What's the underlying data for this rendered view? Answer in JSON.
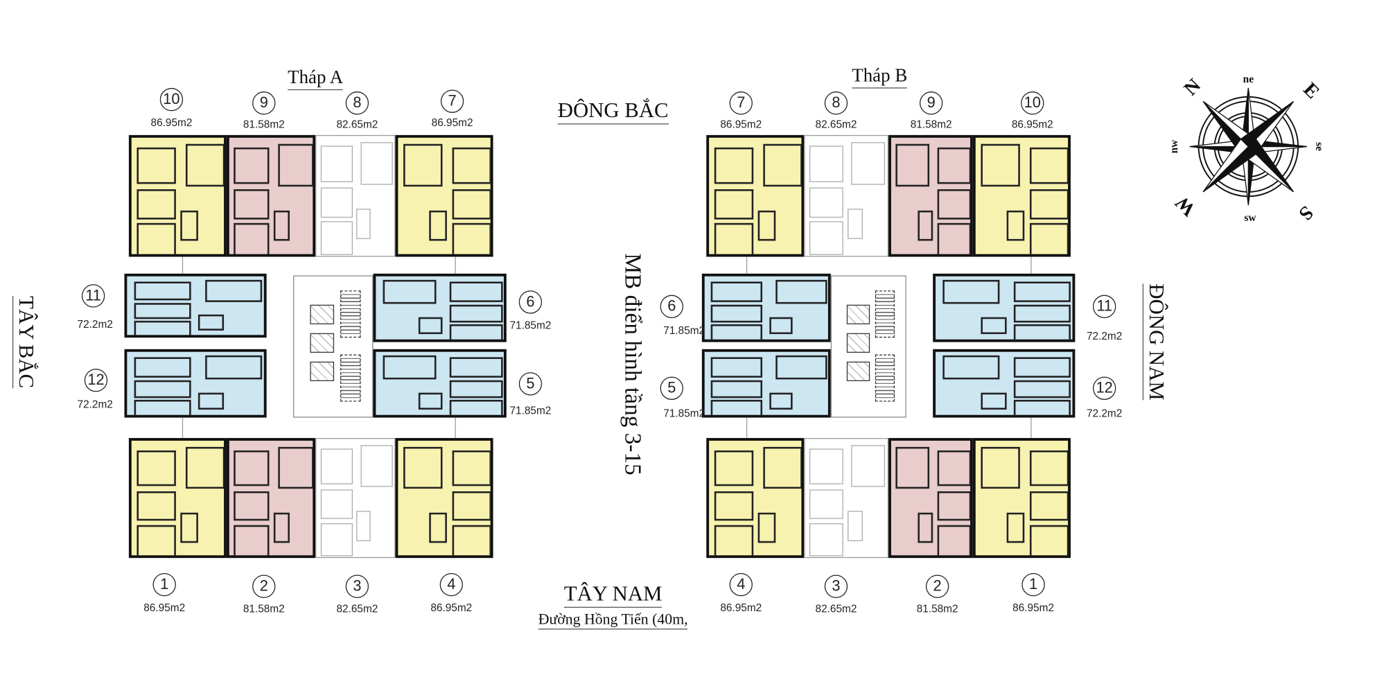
{
  "plan_title": "MB điển hình tầng 3-15",
  "directions": {
    "north_east": "ĐÔNG BẮC",
    "north_west": "TÂY BẮC",
    "south_east": "ĐÔNG NAM",
    "south_west": "TÂY NAM",
    "road": "Đường Hồng Tiến (40m,"
  },
  "tower_a": {
    "title": "Tháp A",
    "units": {
      "u1": {
        "no": "1",
        "area": "86.95m2"
      },
      "u2": {
        "no": "2",
        "area": "81.58m2"
      },
      "u3": {
        "no": "3",
        "area": "82.65m2"
      },
      "u4": {
        "no": "4",
        "area": "86.95m2"
      },
      "u5": {
        "no": "5",
        "area": "71.85m2"
      },
      "u6": {
        "no": "6",
        "area": "71.85m2"
      },
      "u7": {
        "no": "7",
        "area": "86.95m2"
      },
      "u8": {
        "no": "8",
        "area": "82.65m2"
      },
      "u9": {
        "no": "9",
        "area": "81.58m2"
      },
      "u10": {
        "no": "10",
        "area": "86.95m2"
      },
      "u11": {
        "no": "11",
        "area": "72.2m2"
      },
      "u12": {
        "no": "12",
        "area": "72.2m2"
      }
    }
  },
  "tower_b": {
    "title": "Tháp B",
    "units": {
      "u1": {
        "no": "1",
        "area": "86.95m2"
      },
      "u2": {
        "no": "2",
        "area": "81.58m2"
      },
      "u3": {
        "no": "3",
        "area": "82.65m2"
      },
      "u4": {
        "no": "4",
        "area": "86.95m2"
      },
      "u5": {
        "no": "5",
        "area": "71.85m2"
      },
      "u6": {
        "no": "6",
        "area": "71.85m2"
      },
      "u7": {
        "no": "7",
        "area": "86.95m2"
      },
      "u8": {
        "no": "8",
        "area": "82.65m2"
      },
      "u9": {
        "no": "9",
        "area": "81.58m2"
      },
      "u10": {
        "no": "10",
        "area": "86.95m2"
      },
      "u11": {
        "no": "11",
        "area": "72.2m2"
      },
      "u12": {
        "no": "12",
        "area": "72.2m2"
      }
    }
  },
  "compass": {
    "n": "N",
    "e": "E",
    "s": "S",
    "w": "W",
    "ne": "ne",
    "se": "se",
    "sw": "sw",
    "nw": "nw"
  },
  "colors": {
    "unit_large": "#f7f2b0",
    "unit_mid": "#e9cccc",
    "unit_small": "#cce6f2",
    "unit_plain": "#ffffff"
  }
}
